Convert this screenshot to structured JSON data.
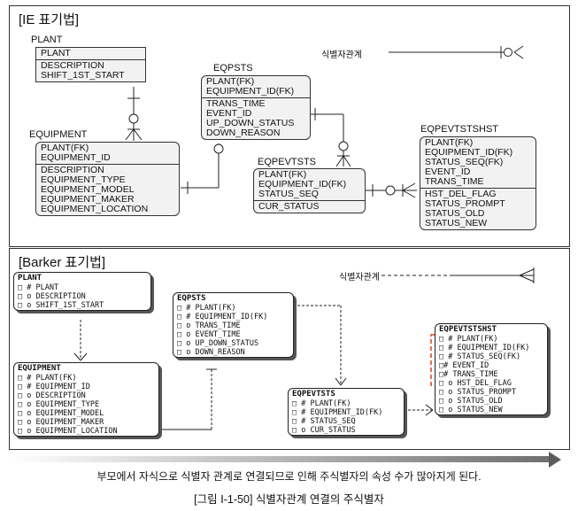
{
  "ie": {
    "title": "[IE 표기법]",
    "legend": "식별자관계",
    "plant": {
      "name": "PLANT",
      "pk": [
        "PLANT"
      ],
      "attrs": [
        "DESCRIPTION",
        "SHIFT_1ST_START"
      ]
    },
    "equipment": {
      "name": "EQUIPMENT",
      "pk": [
        "PLANT(FK)",
        "EQUIPMENT_ID"
      ],
      "attrs": [
        "DESCRIPTION",
        "EQUIPMENT_TYPE",
        "EQUIPMENT_MODEL",
        "EQUIPMENT_MAKER",
        "EQUIPMENT_LOCATION"
      ]
    },
    "eqpsts": {
      "name": "EQPSTS",
      "pk": [
        "PLANT(FK)",
        "EQUIPMENT_ID(FK)"
      ],
      "attrs": [
        "TRANS_TIME",
        "EVENT_ID",
        "UP_DOWN_STATUS",
        "DOWN_REASON"
      ]
    },
    "eqpevtsts": {
      "name": "EQPEVTSTS",
      "pk": [
        "PLANT(FK)",
        "EQUIPMENT_ID(FK)",
        "STATUS_SEQ"
      ],
      "attrs": [
        "CUR_STATUS"
      ]
    },
    "eqpevtstshst": {
      "name": "EQPEVTSTSHST",
      "pk": [
        "PLANT(FK)",
        "EQUIPMENT_ID(FK)",
        "STATUS_SEQ(FK)",
        "EVENT_ID",
        "TRANS_TIME"
      ],
      "attrs": [
        "HST_DEL_FLAG",
        "STATUS_PROMPT",
        "STATUS_OLD",
        "STATUS_NEW"
      ]
    }
  },
  "barker": {
    "title": "[Barker 표기법]",
    "legend": "식별자관계",
    "plant": {
      "name": "PLANT",
      "rows": [
        "□ # PLANT",
        "□ o DESCRIPTION",
        "□ o SHIFT_1ST_START"
      ]
    },
    "equipment": {
      "name": "EQUIPMENT",
      "rows": [
        "□ # PLANT(FK)",
        "□ # EQUIPMENT_ID",
        "□ o DESCRIPTION",
        "□ o EQUIPMENT_TYPE",
        "□ o EQUIPMENT_MODEL",
        "□ o EQUIPMENT_MAKER",
        "□ o EQUIPMENT_LOCATION"
      ]
    },
    "eqpsts": {
      "name": "EQPSTS",
      "rows": [
        "□ # PLANT(FK)",
        "□ # EQUIPMENT_ID(FK)",
        "□ o TRANS_TIME",
        "□ o EVENT_TIME",
        "□ o UP_DOWN_STATUS",
        "□ o DOWN_REASON"
      ]
    },
    "eqpevtsts": {
      "name": "EQPEVTSTS",
      "rows": [
        "□ # PLANT(FK)",
        "□ # EQUIPMENT_ID(FK)",
        "□ # STATUS_SEQ",
        "□ o CUR_STATUS"
      ]
    },
    "eqpevtstshst": {
      "name": "EQPEVTSTSHST",
      "rows": [
        "□ # PLANT(FK)",
        "□ # EQUIPMENT_ID(FK)",
        "□ # STATUS_SEQ(FK)",
        "□# EVENT_ID",
        "□# TRANS_TIME",
        "□ o HST_DEL_FLAG",
        "□ o STATUS_PROMPT",
        "□ o STATUS_OLD",
        "□ o STATUS_NEW"
      ]
    }
  },
  "caption": "부모에서 자식으로 식별자 관계로 연결되므로 인해 주식별자의 속성 수가 많아지게 된다.",
  "figure_caption": "[그림 Ⅰ-1-50] 식별자관계 연결의 주식별자",
  "colors": {
    "highlight": "#e0401e",
    "arrow": "#6e6e6e"
  }
}
